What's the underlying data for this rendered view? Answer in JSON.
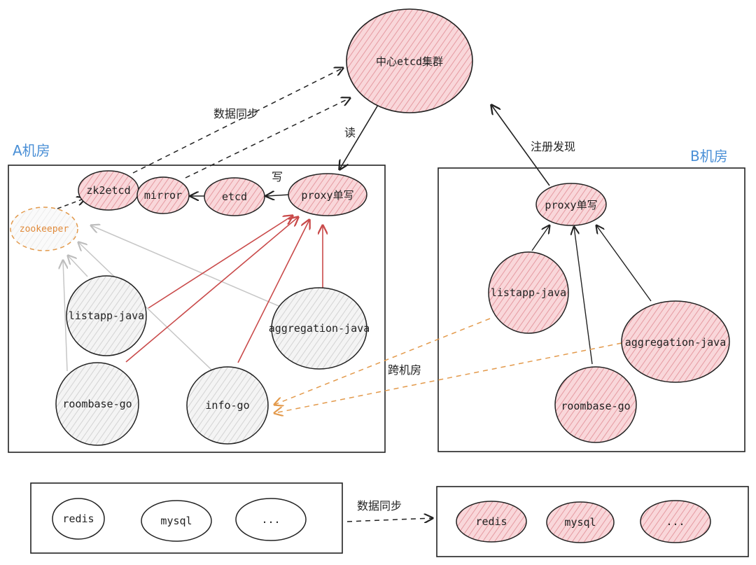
{
  "rooms": {
    "a_title": "A机房",
    "b_title": "B机房"
  },
  "nodes": {
    "center_etcd": "中心etcd集群",
    "zk2etcd": "zk2etcd",
    "mirror": "mirror",
    "etcd": "etcd",
    "proxy_a": "proxy单写",
    "zookeeper": "zookeeper",
    "listapp_a": "listapp-java",
    "aggregation_a": "aggregation-java",
    "roombase_a": "roombase-go",
    "info_go": "info-go",
    "proxy_b": "proxy单写",
    "listapp_b": "listapp-java",
    "aggregation_b": "aggregation-java",
    "roombase_b": "roombase-go"
  },
  "edge_labels": {
    "data_sync_top": "数据同步",
    "read": "读",
    "write": "写",
    "register_discover": "注册发现",
    "cross_room": "跨机房",
    "data_sync_bottom": "数据同步"
  },
  "storage_a": [
    "redis",
    "mysql",
    "..."
  ],
  "storage_b": [
    "redis",
    "mysql",
    "..."
  ],
  "colors": {
    "pink_fill": "#f6c7cb",
    "gray_fill": "#eeeeee",
    "red_arrow": "#c94a4a",
    "gray_arrow": "#c6c6c6",
    "orange_dash": "#e39a4c",
    "room_title": "#4a8fd6"
  }
}
